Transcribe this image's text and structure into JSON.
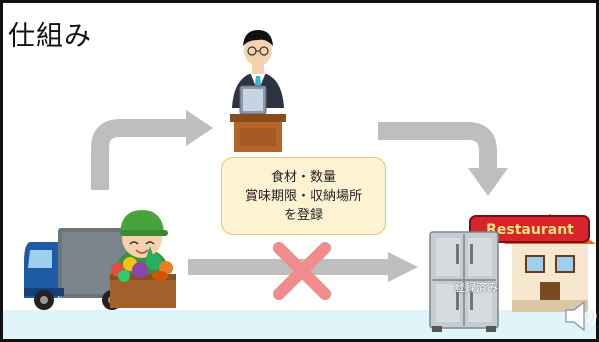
{
  "slide": {
    "title": "仕組み",
    "note_lines": [
      "食材・数量",
      "賞味期限・収納場所",
      "を登録"
    ],
    "restaurant_sign": "Restaurant",
    "status_label": "登録済み"
  },
  "icons": [
    "businessman-with-tablet-icon",
    "delivery-truck-icon",
    "farmer-with-vegetables-icon",
    "restaurant-building-icon",
    "commercial-fridge-icon",
    "cross-mark-icon",
    "speaker-icon"
  ],
  "colors": {
    "arrow": "#bebebe",
    "cross": "#f08c8c",
    "floor": "#dff5fa",
    "note_bg": "#fdf3d2",
    "note_border": "#e9c868",
    "frame": "#111111"
  }
}
